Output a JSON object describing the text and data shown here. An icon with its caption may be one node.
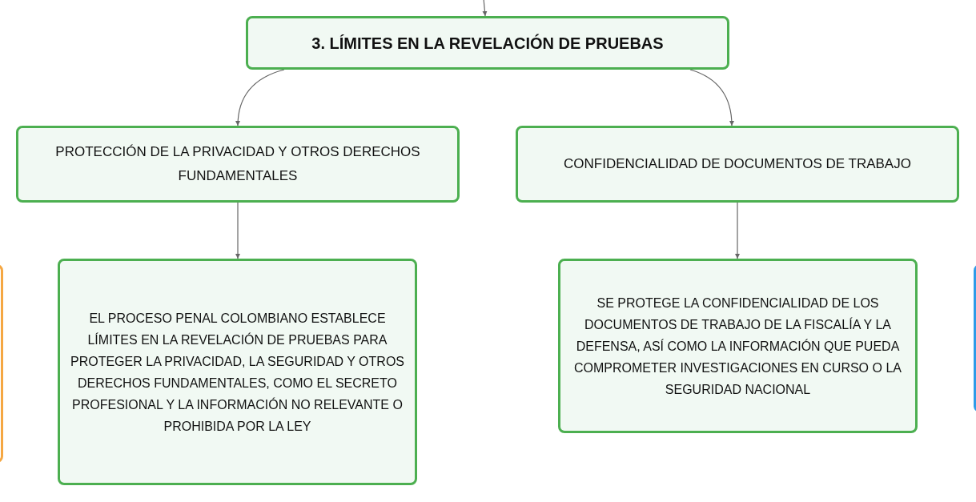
{
  "diagram": {
    "nodes": [
      {
        "text": [
          "3. LÍMITES EN LA REVELACIÓN DE PRUEBAS"
        ]
      },
      {
        "text": [
          "PROTECCIÓN DE LA PRIVACIDAD Y OTROS DERECHOS FUNDAMENTALES"
        ]
      },
      {
        "text": [
          "CONFIDENCIALIDAD DE DOCUMENTOS DE TRABAJO"
        ]
      },
      {
        "text": [],
        "shape": "box"
      },
      {
        "text": [
          "EL PROCESO PENAL COLOMBIANO ESTABLECE LÍMITES EN LA REVELACIÓN DE PRUEBAS PARA PROTEGER LA PRIVACIDAD, LA SEGURIDAD Y OTROS DERECHOS FUNDAMENTALES, COMO EL SECRETO PROFESIONAL Y LA INFORMACIÓN NO RELEVANTE O PROHIBIDA POR LA LEY"
        ]
      },
      {
        "text": [
          "SE PROTEGE LA CONFIDENCIALIDAD DE LOS DOCUMENTOS DE TRABAJO DE LA FISCALÍA Y LA DEFENSA, ASÍ COMO LA INFORMACIÓN QUE PUEDA COMPROMETER INVESTIGACIONES EN CURSO O LA SEGURIDAD NACIONAL"
        ]
      },
      {
        "text": [],
        "shape": "box"
      }
    ],
    "edges": [
      {
        "from": null,
        "to": 0,
        "arrow": "to"
      },
      {
        "from": 0,
        "to": 1,
        "arrow": "to"
      },
      {
        "from": 0,
        "to": 2,
        "arrow": "to"
      },
      {
        "from": 1,
        "to": 4,
        "arrow": "to"
      },
      {
        "from": 2,
        "to": 5,
        "arrow": "to"
      }
    ]
  }
}
